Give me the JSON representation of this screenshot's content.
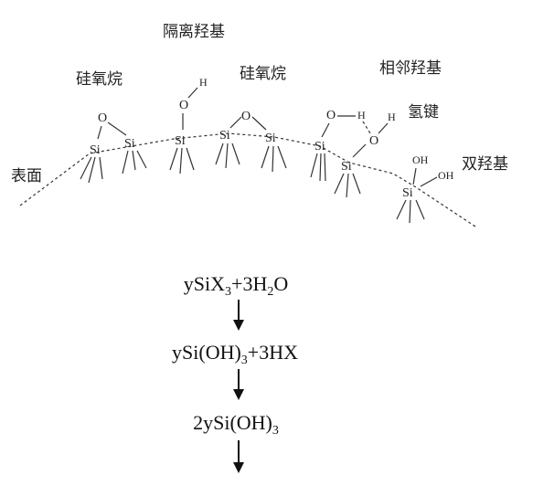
{
  "labels": {
    "isolated_hydroxyl": "隔离羟基",
    "siloxane_left": "硅氧烷",
    "siloxane_mid": "硅氧烷",
    "adjacent_hydroxyl": "相邻羟基",
    "hydrogen_bond": "氢键",
    "geminal_hydroxyl": "双羟基",
    "surface": "表面"
  },
  "atoms": {
    "si": "Si",
    "o": "O",
    "h": "H",
    "oh": "OH"
  },
  "equations": {
    "line1": {
      "a": "ySiX",
      "s1": "3",
      "b": "+3H",
      "s2": "2",
      "c": "O"
    },
    "line2": {
      "a": "ySi(OH)",
      "s1": "3",
      "b": "+3HX"
    },
    "line3": {
      "a": "2ySi(OH)",
      "s1": "3"
    }
  }
}
